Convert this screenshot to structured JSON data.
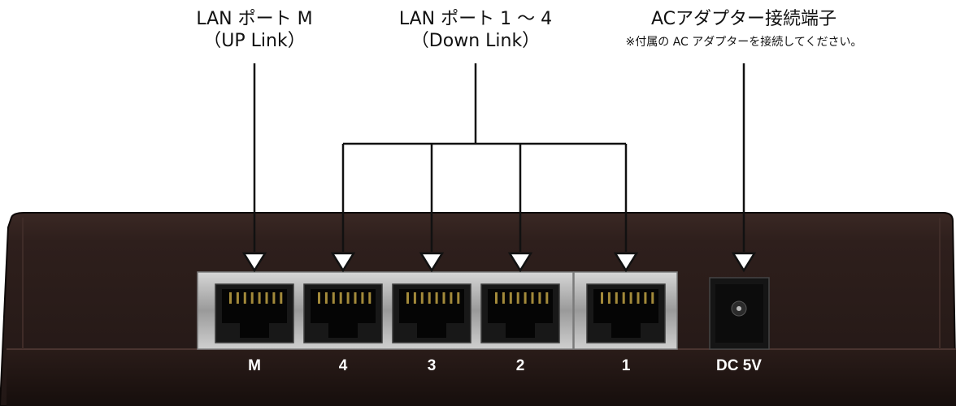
{
  "callouts": {
    "lan_m": {
      "line1": "LAN ポート M",
      "line2": "（UP Link）"
    },
    "lan_1_4": {
      "line1": "LAN ポート 1 ～ 4",
      "line2": "（Down Link）"
    },
    "ac": {
      "line1": "ACアダプター接続端子",
      "note": "※付属の AC アダプターを接続してください。"
    }
  },
  "ports": [
    {
      "id": "M",
      "label": "M"
    },
    {
      "id": "4",
      "label": "4"
    },
    {
      "id": "3",
      "label": "3"
    },
    {
      "id": "2",
      "label": "2"
    },
    {
      "id": "1",
      "label": "1"
    }
  ],
  "power": {
    "label": "DC 5V"
  },
  "colors": {
    "body": "#2e1f1c",
    "body_dark": "#1f1513",
    "panel": "#b9b9b9",
    "jack": "#171717",
    "line": "#111111"
  }
}
